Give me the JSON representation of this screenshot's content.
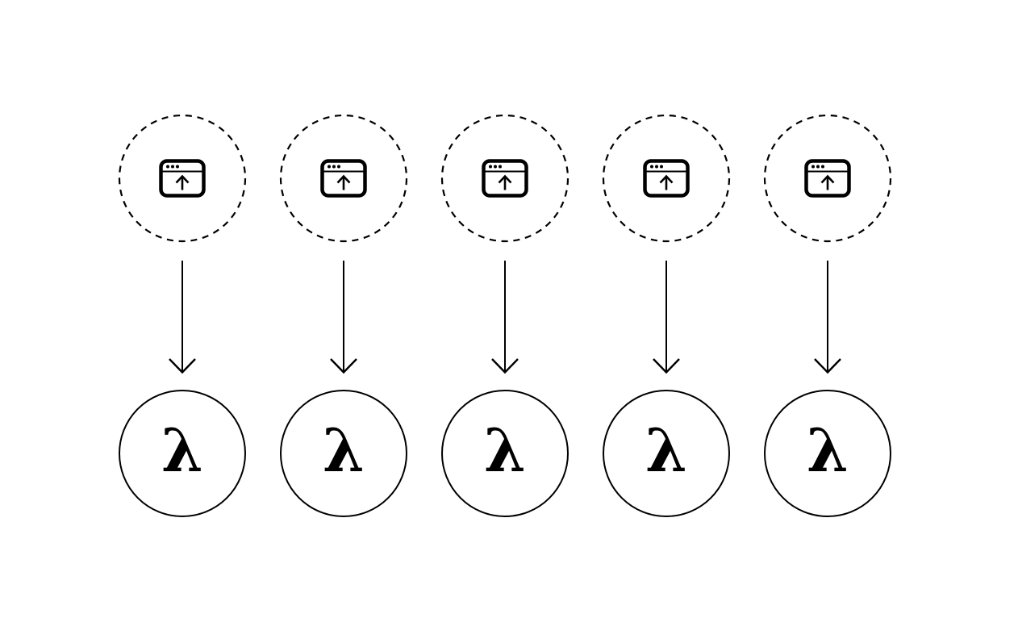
{
  "diagram": {
    "lambda_symbol": "λ",
    "colors": {
      "stroke": "#000000",
      "background": "#ffffff"
    },
    "columns": [
      {
        "source_icon": "browser-upload-icon",
        "connector_icon": "down-arrow-icon",
        "label": "λ"
      },
      {
        "source_icon": "browser-upload-icon",
        "connector_icon": "down-arrow-icon",
        "label": "λ"
      },
      {
        "source_icon": "browser-upload-icon",
        "connector_icon": "down-arrow-icon",
        "label": "λ"
      },
      {
        "source_icon": "browser-upload-icon",
        "connector_icon": "down-arrow-icon",
        "label": "λ"
      },
      {
        "source_icon": "browser-upload-icon",
        "connector_icon": "down-arrow-icon",
        "label": "λ"
      }
    ]
  }
}
